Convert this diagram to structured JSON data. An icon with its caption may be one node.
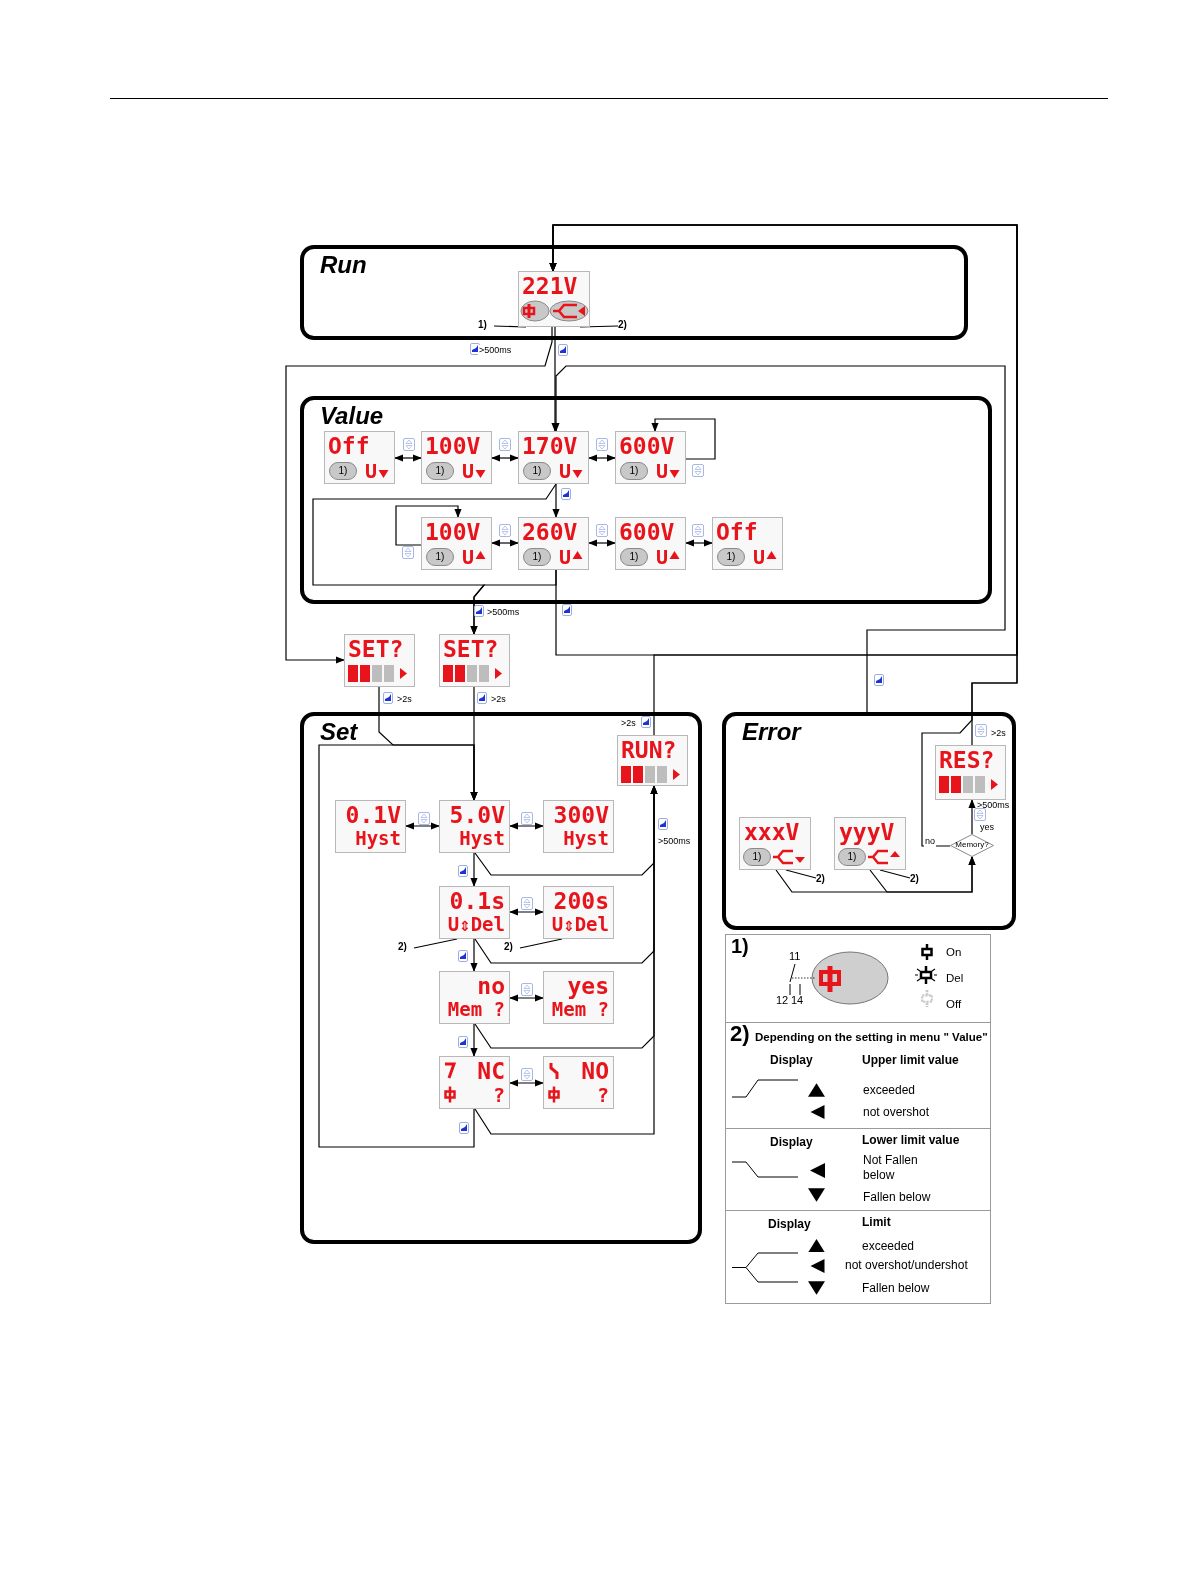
{
  "diagram": {
    "nodes": [
      {
        "text": [
          "Run"
        ]
      },
      {
        "text": [
          "221V"
        ],
        "in": 0
      },
      {
        "text": [
          "1)"
        ],
        "in": 0
      },
      {
        "text": [
          "2)"
        ],
        "in": 0
      },
      {
        "text": [
          "Value"
        ]
      },
      {
        "text": [
          "Off",
          "1)",
          "U"
        ],
        "in": 4
      },
      {
        "text": [
          "100V",
          "1)",
          "U"
        ],
        "in": 4
      },
      {
        "text": [
          "170V",
          "1)",
          "U"
        ],
        "in": 4
      },
      {
        "text": [
          "600V",
          "1)",
          "U"
        ],
        "in": 4
      },
      {
        "text": [
          "100V",
          "1)",
          "U"
        ],
        "in": 4
      },
      {
        "text": [
          "260V",
          "1)",
          "U"
        ],
        "in": 4
      },
      {
        "text": [
          "600V",
          "1)",
          "U"
        ],
        "in": 4
      },
      {
        "text": [
          "Off",
          "1)",
          "U"
        ],
        "in": 4
      },
      {
        "text": [
          "SET?"
        ]
      },
      {
        "text": [
          "SET?"
        ]
      },
      {
        "text": [
          "Set"
        ]
      },
      {
        "text": [
          "RUN?"
        ],
        "in": 15
      },
      {
        "text": [
          "0.1V",
          "Hyst"
        ],
        "in": 15
      },
      {
        "text": [
          "5.0V",
          "Hyst"
        ],
        "in": 15
      },
      {
        "text": [
          "300V",
          "Hyst"
        ],
        "in": 15
      },
      {
        "text": [
          "0.1s",
          "U⇕Del"
        ],
        "in": 15
      },
      {
        "text": [
          "200s",
          "U⇕Del"
        ],
        "in": 15
      },
      {
        "text": [
          "2)"
        ],
        "in": 15
      },
      {
        "text": [
          "2)"
        ],
        "in": 15
      },
      {
        "text": [
          "no",
          "Mem ?"
        ],
        "in": 15
      },
      {
        "text": [
          "yes",
          "Mem ?"
        ],
        "in": 15
      },
      {
        "text": [
          "NC",
          "?"
        ],
        "in": 15
      },
      {
        "text": [
          "NO",
          "?"
        ],
        "in": 15
      },
      {
        "text": [
          "Error"
        ]
      },
      {
        "text": [
          "RES?"
        ],
        "in": 28
      },
      {
        "text": [
          "Memory?"
        ],
        "in": 28
      },
      {
        "text": [
          "xxxV",
          "1)"
        ],
        "in": 28
      },
      {
        "text": [
          "yyyV",
          "1)"
        ],
        "in": 28
      },
      {
        "text": [
          "2)"
        ],
        "in": 28
      },
      {
        "text": [
          "2)"
        ],
        "in": 28
      }
    ],
    "edges": [
      {
        "from": 1,
        "to": 7,
        "arrow": "to"
      },
      {
        "from": 1,
        "to": 13,
        "arrow": "to",
        "label": ">500ms"
      },
      {
        "from": 28,
        "to": 7,
        "arrow": "to"
      },
      {
        "from": 5,
        "to": 6,
        "arrow": "both"
      },
      {
        "from": 6,
        "to": 7,
        "arrow": "both"
      },
      {
        "from": 7,
        "to": 8,
        "arrow": "both"
      },
      {
        "from": 8,
        "to": 8,
        "arrow": "to"
      },
      {
        "from": 7,
        "to": 10,
        "arrow": "to"
      },
      {
        "from": 9,
        "to": 9,
        "arrow": "to"
      },
      {
        "from": 9,
        "to": 10,
        "arrow": "both"
      },
      {
        "from": 10,
        "to": 11,
        "arrow": "both"
      },
      {
        "from": 11,
        "to": 12,
        "arrow": "both"
      },
      {
        "from": 7,
        "to": 14,
        "arrow": "to"
      },
      {
        "from": 10,
        "to": 14,
        "arrow": "to",
        "label": ">500ms"
      },
      {
        "from": 10,
        "to": 1,
        "arrow": "to"
      },
      {
        "from": 13,
        "to": 18,
        "arrow": "to",
        "label": ">2s"
      },
      {
        "from": 14,
        "to": 18,
        "arrow": "to",
        "label": ">2s"
      },
      {
        "from": 16,
        "to": 1,
        "arrow": "to",
        "label": ">2s"
      },
      {
        "from": 17,
        "to": 18,
        "arrow": "both"
      },
      {
        "from": 18,
        "to": 19,
        "arrow": "both"
      },
      {
        "from": 18,
        "to": 20,
        "arrow": "to"
      },
      {
        "from": 20,
        "to": 21,
        "arrow": "both"
      },
      {
        "from": 20,
        "to": 24,
        "arrow": "to"
      },
      {
        "from": 24,
        "to": 25,
        "arrow": "both"
      },
      {
        "from": 24,
        "to": 26,
        "arrow": "to"
      },
      {
        "from": 26,
        "to": 27,
        "arrow": "both"
      },
      {
        "from": 26,
        "to": 18,
        "arrow": "to"
      },
      {
        "from": 18,
        "to": 16,
        "arrow": "to",
        "label": ">500ms"
      },
      {
        "from": 20,
        "to": 16,
        "arrow": "to"
      },
      {
        "from": 24,
        "to": 16,
        "arrow": "to"
      },
      {
        "from": 26,
        "to": 16,
        "arrow": "none"
      },
      {
        "from": 31,
        "to": 30,
        "arrow": "to"
      },
      {
        "from": 32,
        "to": 30,
        "arrow": "to"
      },
      {
        "from": 30,
        "to": 29,
        "arrow": "to",
        "label": "yes"
      },
      {
        "from": 30,
        "to": 1,
        "arrow": "to",
        "label": "no"
      },
      {
        "from": 29,
        "to": 1,
        "arrow": "to",
        "label": ">2s"
      },
      {
        "from": 2,
        "to": 1,
        "arrow": "none"
      },
      {
        "from": 3,
        "to": 1,
        "arrow": "none"
      },
      {
        "from": 22,
        "to": 20,
        "arrow": "none"
      },
      {
        "from": 23,
        "to": 21,
        "arrow": "none"
      },
      {
        "from": 33,
        "to": 31,
        "arrow": "none"
      },
      {
        "from": 34,
        "to": 32,
        "arrow": "none"
      }
    ],
    "labels": [
      ">500ms",
      "1)",
      "11",
      "12",
      "14",
      "On",
      "Del",
      "Off",
      "2)",
      "Depending on the setting in menu \" Value\"",
      "Display",
      "Upper limit value",
      "exceeded",
      "not overshot",
      "Display",
      "Lower limit value",
      "Not Fallen below",
      "Fallen below",
      "Display",
      "Limit",
      "exceeded",
      "not overshot/undershot",
      "Fallen below"
    ]
  }
}
